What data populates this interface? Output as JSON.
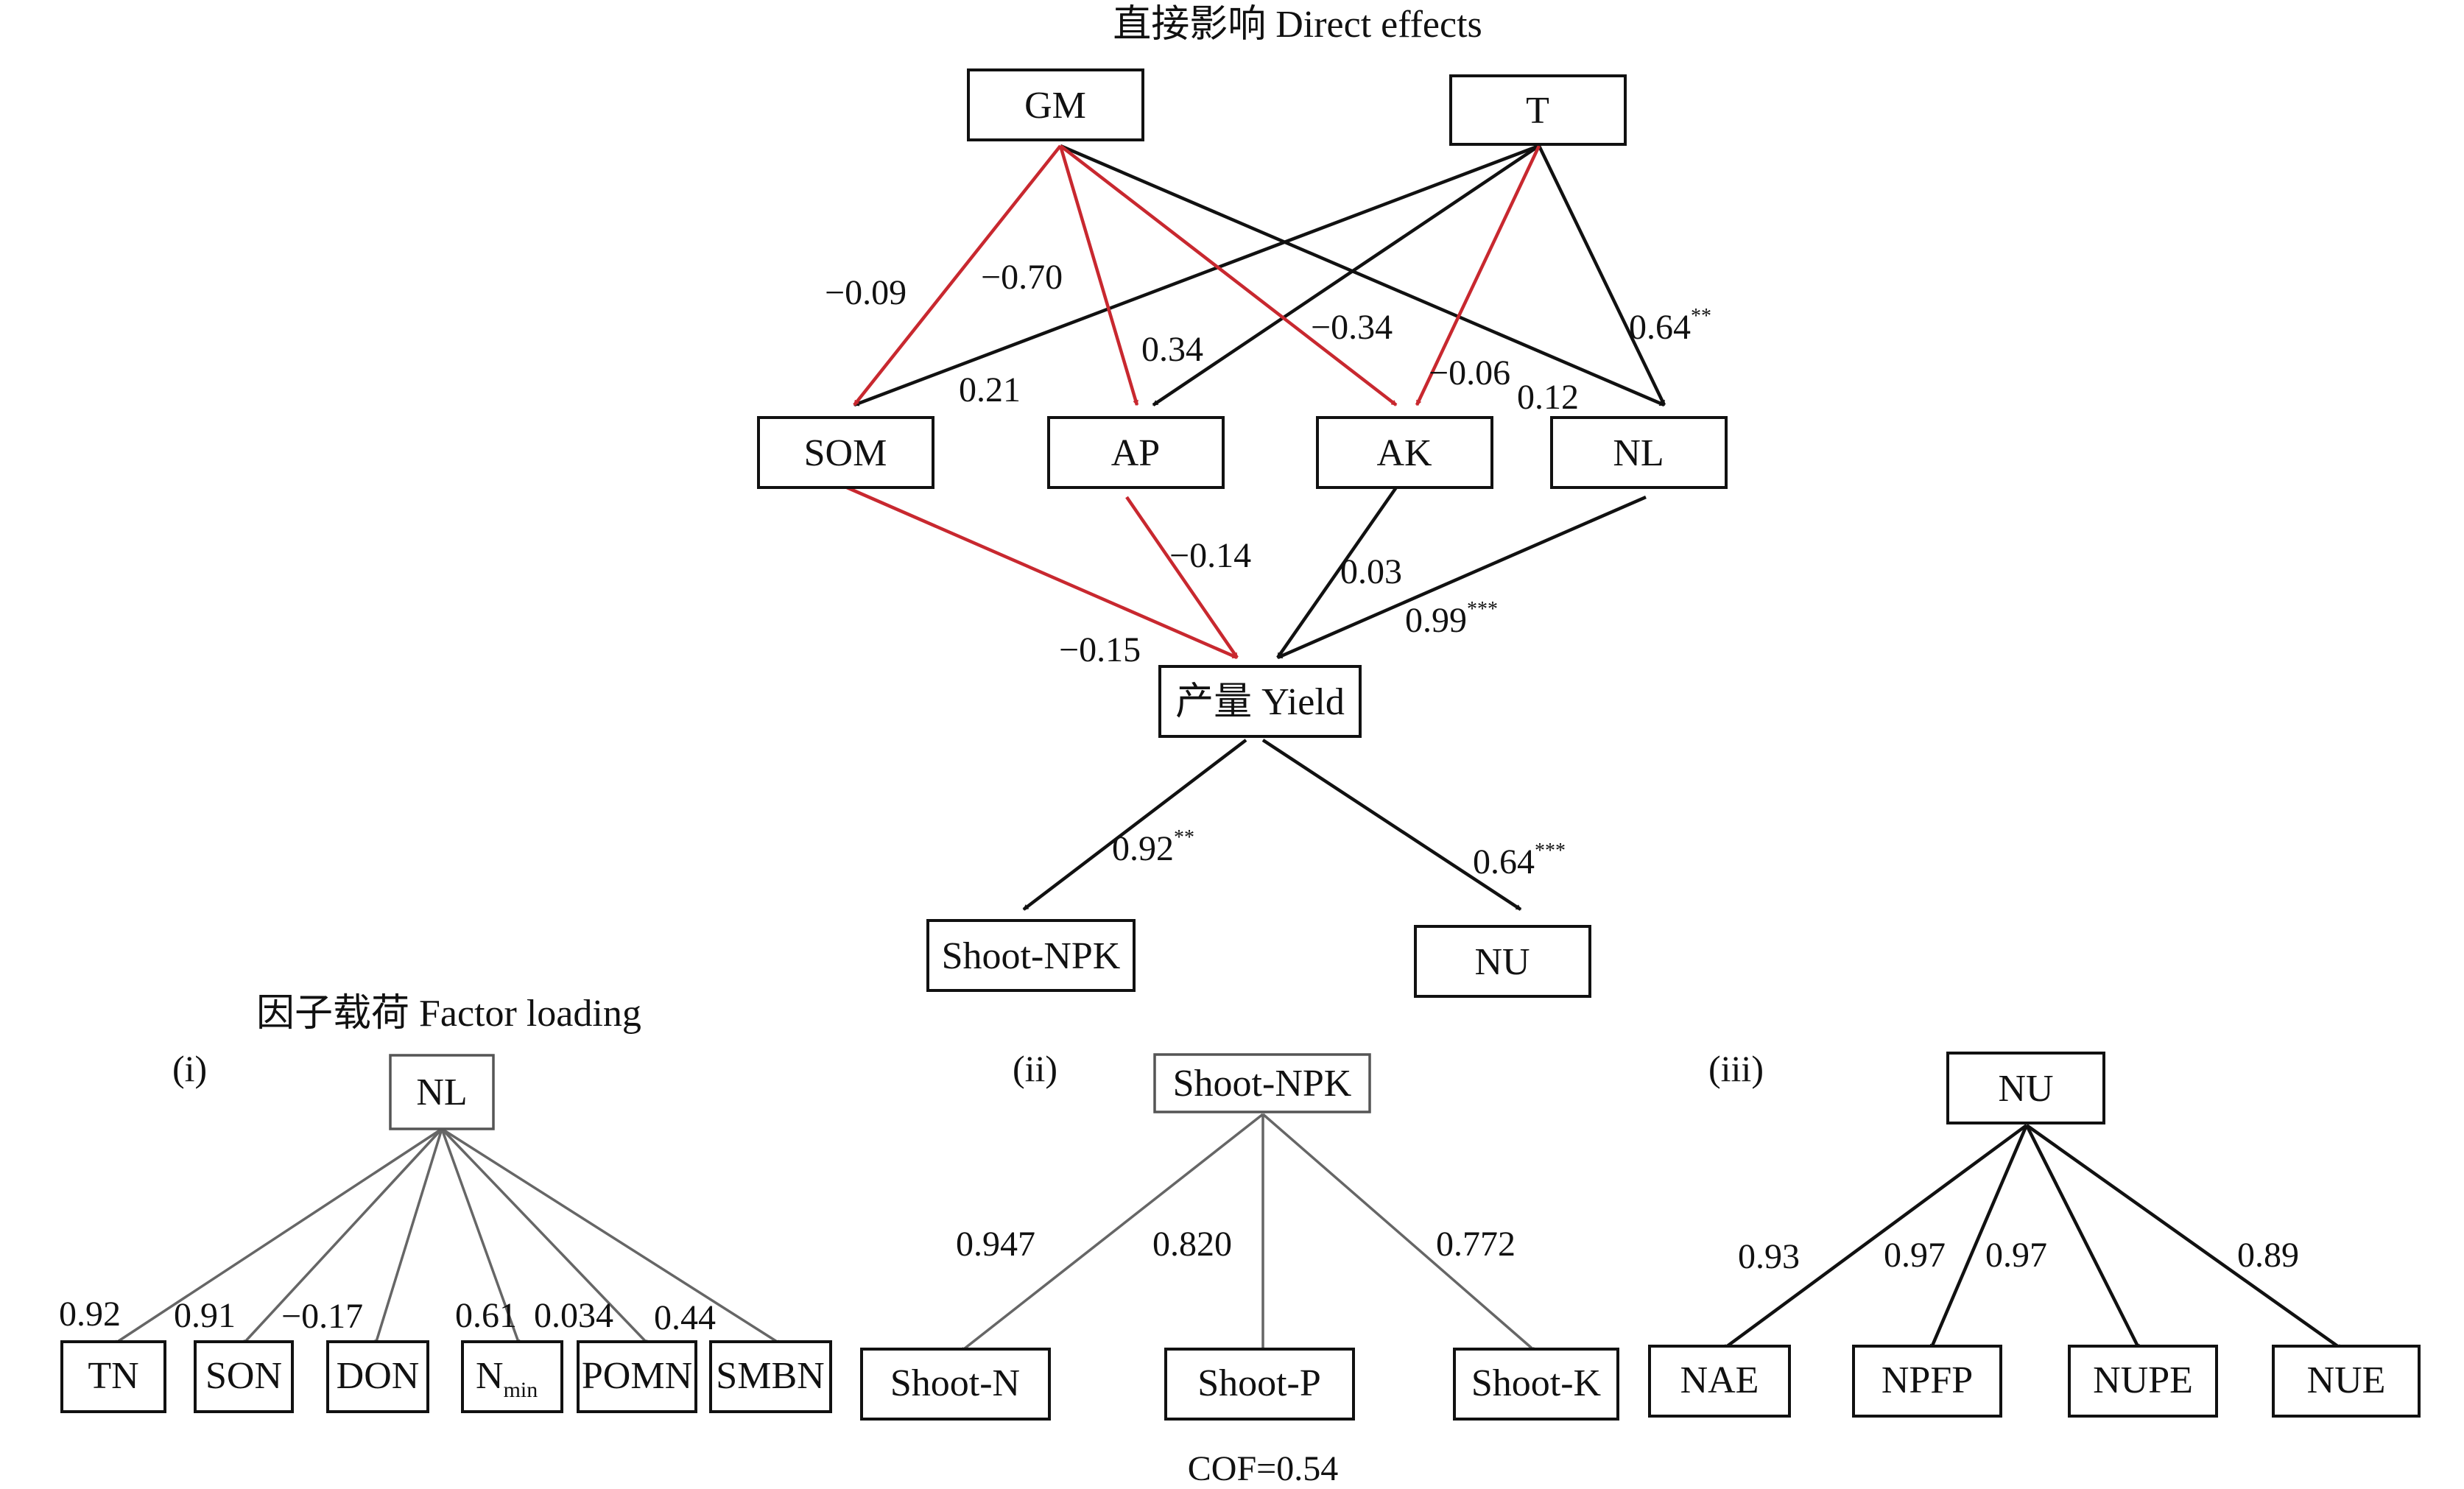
{
  "direct_title": "直接影响 Direct effects",
  "factor_title": "因子载荷 Factor loading",
  "cof": "COF=0.54",
  "colors": {
    "positive": "#111111",
    "negative": "#c8282f",
    "loading": "#666666"
  },
  "nodes": {
    "gm": "GM",
    "t": "T",
    "som": "SOM",
    "ap": "AP",
    "ak": "AK",
    "nl": "NL",
    "yield": "产量 Yield",
    "shoot_npk": "Shoot-NPK",
    "nu": "NU"
  },
  "paths": {
    "gm_som": "−0.09",
    "gm_ap": "−0.70",
    "gm_ak": "−0.34",
    "gm_nl": "0.12",
    "t_som": "0.21",
    "t_ap": "0.34",
    "t_ak": "−0.06",
    "t_nl": "0.64",
    "t_nl_sig": "**",
    "som_yield": "−0.15",
    "ap_yield": "−0.14",
    "ak_yield": "0.03",
    "nl_yield": "0.99",
    "nl_yield_sig": "***",
    "yield_shoot": "0.92",
    "yield_shoot_sig": "**",
    "yield_nu": "0.64",
    "yield_nu_sig": "***"
  },
  "panel_i": {
    "label": "(i)",
    "root": "NL",
    "leaves": [
      "TN",
      "SON",
      "DON",
      "N",
      "POMN",
      "SMBN"
    ],
    "nmin_sub": "min",
    "loadings": [
      "0.92",
      "0.91",
      "−0.17",
      "0.61",
      "0.034",
      "0.44"
    ]
  },
  "panel_ii": {
    "label": "(ii)",
    "root": "Shoot-NPK",
    "leaves": [
      "Shoot-N",
      "Shoot-P",
      "Shoot-K"
    ],
    "loadings": [
      "0.947",
      "0.820",
      "0.772"
    ]
  },
  "panel_iii": {
    "label": "(iii)",
    "root": "NU",
    "leaves": [
      "NAE",
      "NPFP",
      "NUPE",
      "NUE"
    ],
    "loadings": [
      "0.93",
      "0.97",
      "0.97",
      "0.89"
    ]
  }
}
